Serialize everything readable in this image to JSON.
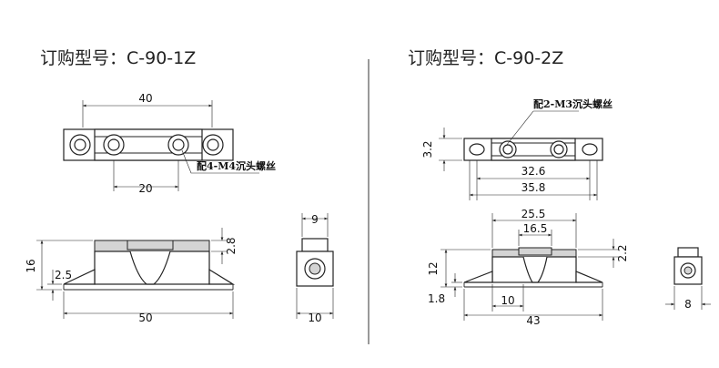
{
  "left": {
    "title": "订购型号：C-90-1Z",
    "callout": "配4-M4沉头螺丝",
    "dims": {
      "top_width": "40",
      "top_hole_pitch": "20",
      "front_height": "16",
      "front_top": "2.8",
      "front_flange": "2.5",
      "front_width": "50",
      "side_top": "9",
      "side_bottom": "10"
    }
  },
  "right": {
    "title": "订购型号：C-90-2Z",
    "callout": "配2-M3沉头螺丝",
    "dims": {
      "top_height": "3.2",
      "top_inner": "32.6",
      "top_outer": "35.8",
      "front_top_outer": "25.5",
      "front_top_inner": "16.5",
      "front_height": "12",
      "front_flange": "1.8",
      "front_top": "2.2",
      "front_body": "10",
      "front_width": "43",
      "side_bottom": "8"
    }
  }
}
